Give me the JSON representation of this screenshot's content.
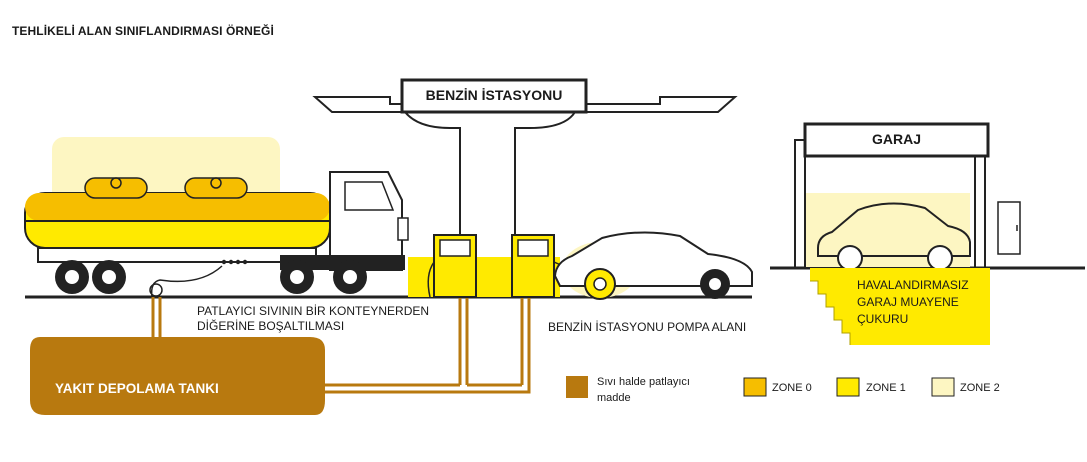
{
  "title": "TEHLİKELİ ALAN SINIFLANDIRMASI ÖRNEĞİ",
  "signs": {
    "station": "BENZİN İSTASYONU",
    "garage": "GARAJ"
  },
  "labels": {
    "transfer": "PATLAYICI SIVININ BİR KONTEYNERDEN DİĞERİNE BOŞALTILMASI",
    "pump_area": "BENZİN İSTASYONU POMPA ALANI",
    "pit": "HAVALANDIRMASIZ GARAJ MUAYENE ÇUKURU",
    "storage_tank": "YAKIT DEPOLAMA TANKI"
  },
  "legend": [
    {
      "label": "Sıvı halde patlayıcı madde",
      "color": "#b8790f"
    },
    {
      "label": "ZONE 0",
      "color": "#f6be00"
    },
    {
      "label": "ZONE 1",
      "color": "#ffea00"
    },
    {
      "label": "ZONE 2",
      "color": "#fdf6c2"
    }
  ],
  "colors": {
    "liquid": "#b8790f",
    "zone0": "#f6be00",
    "zone1": "#ffea00",
    "zone2": "#fdf6c2",
    "structure": "#222222"
  }
}
